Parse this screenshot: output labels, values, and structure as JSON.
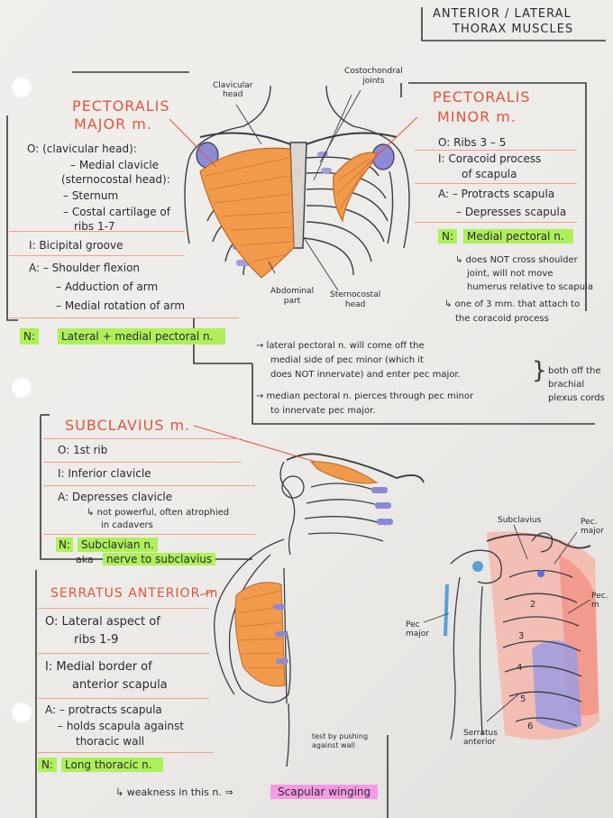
{
  "title": {
    "line1": "ANTERIOR / LATERAL",
    "line2": "THORAX  MUSCLES"
  },
  "colors": {
    "ink": "#2a2a30",
    "heading_red": "#e0553b",
    "muscle_orange": "#f19a4c",
    "bone_purple": "#8c8ad6",
    "highlight_green": "#aef05a",
    "highlight_pink": "#f59ae6",
    "rule_salmon": "#f0a08a"
  },
  "pec_major": {
    "heading1": "PECTORALIS",
    "heading2": "MAJOR m.",
    "origin": [
      "O:  (clavicular head):",
      "– Medial clavicle",
      "(sternocostal head):",
      "– Sternum",
      "– Costal cartilage of",
      "ribs 1-7"
    ],
    "insertion": "I:  Bicipital groove",
    "action": [
      "A:  – Shoulder flexion",
      "– Adduction of arm",
      "– Medial rotation of arm"
    ],
    "nerve_label": "N:",
    "nerve": "Lateral + medial pectoral n."
  },
  "diagram_top": {
    "clavicular_head": [
      "Clavicular",
      "head"
    ],
    "costochondral": [
      "Costochondral",
      "joints"
    ],
    "abdominal": [
      "Abdominal",
      "part"
    ],
    "sternocostal": [
      "Sternocostal",
      "head"
    ]
  },
  "pec_minor": {
    "heading1": "PECTORALIS",
    "heading2": "MINOR m.",
    "origin": "O:  Ribs 3 – 5",
    "insertion": [
      "I:  Coracoid process",
      "of scapula"
    ],
    "action": [
      "A:  – Protracts scapula",
      "– Depresses scapula"
    ],
    "nerve_label": "N:",
    "nerve": "Medial pectoral n.",
    "notes": [
      "↳ does NOT cross shoulder",
      "joint, will not move",
      "humerus relative to scapula",
      "↳ one of 3 mm. that attach to",
      "the coracoid process"
    ]
  },
  "pectoral_notes": {
    "line1": [
      "→ lateral pectoral n. will come off the",
      "medial side of pec minor (which it",
      "does NOT innervate) and enter pec major."
    ],
    "line2": [
      "→ median pectoral n. pierces through pec minor",
      "to innervate pec major."
    ],
    "brace": [
      "both off the",
      "brachial",
      "plexus cords"
    ]
  },
  "subclavius": {
    "heading": "SUBCLAVIUS m.",
    "origin": "O:  1st rib",
    "insertion": "I:  Inferior clavicle",
    "action": "A:  Depresses clavicle",
    "action_note": [
      "↳ not powerful, often atrophied",
      "in cadavers"
    ],
    "nerve_label": "N:",
    "nerve": "Subclavian n.",
    "aka_label": "aka",
    "aka": "nerve to subclavius"
  },
  "serratus": {
    "heading": "SERRATUS ANTERIOR m.",
    "origin": [
      "O:  Lateral aspect of",
      "ribs 1-9"
    ],
    "insertion": [
      "I:  Medial border of",
      "anterior scapula"
    ],
    "action": [
      "A:  – protracts scapula",
      "– holds scapula against",
      "thoracic wall"
    ],
    "nerve_label": "N:",
    "nerve": "Long thoracic n.",
    "weakness_text": "↳ weakness in this n. ⇒",
    "weakness_result": "Scapular winging",
    "test_note": [
      "test by pushing",
      "against wall"
    ]
  },
  "diagram_lateral": {
    "subclavius": "Subclavius",
    "pec_major_top": [
      "Pec.",
      "major"
    ],
    "pec_minor": [
      "Pec.",
      "m"
    ],
    "pec_major_left": [
      "Pec",
      "major"
    ],
    "serratus": [
      "Serratus",
      "anterior"
    ],
    "rib_numbers": [
      "2",
      "3",
      "4",
      "5",
      "6"
    ]
  }
}
